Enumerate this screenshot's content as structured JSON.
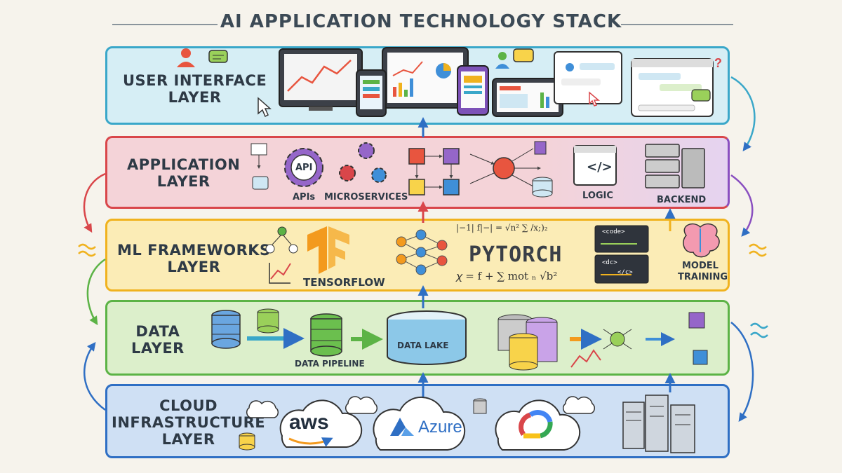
{
  "title": "AI APPLICATION TECHNOLOGY STACK",
  "colors": {
    "ui": "#3aa7c9",
    "ui_bg": "#d6eef5",
    "app": "#d9464a",
    "app_bg": "#f4d3d8",
    "app_edge": "#8a4fc0",
    "ml": "#f0b21e",
    "ml_bg": "#fbecb6",
    "data": "#5cb346",
    "data_bg": "#dcefcb",
    "cloud": "#2f6fc4",
    "cloud_bg": "#cfe0f4",
    "arrow": "#2f6fc4"
  },
  "layers": {
    "ui": {
      "line1": "USER INTERFACE",
      "line2": "LAYER"
    },
    "app": {
      "line1": "APPLICATION",
      "line2": "LAYER"
    },
    "ml": {
      "line1": "ML FRAMEWORKS",
      "line2": "LAYER"
    },
    "data": {
      "line1": "DATA",
      "line2": "LAYER"
    },
    "cloud": {
      "line1": "CLOUD",
      "line2": "INFRASTRUCTURE",
      "line3": "LAYER"
    }
  },
  "app_items": {
    "api_badge": "API",
    "apis": "APIs",
    "microservices": "MICROSERVICES",
    "logic": "LOGIC",
    "backend": "BACKEND",
    "code_symbol": "</>"
  },
  "ml_items": {
    "tensorflow": "TENSORFLOW",
    "pytorch": "PYTORCH",
    "formula_top": "|−1|   f|−| = √n²   ∑ /x;)₂",
    "formula_bottom": "𝜒 = f + ∑ mot ₙ √b²",
    "code_tag_1": "<code>",
    "code_tag_2": "<dc>",
    "code_end": "</c>",
    "model_training_1": "MODEL",
    "model_training_2": "TRAINING"
  },
  "data_items": {
    "data_lake": "DATA LAKE",
    "data_pipeline": "DATA PIPELINE"
  },
  "cloud_items": {
    "aws": "aws",
    "azure": "Azure"
  },
  "icons": [
    "user-icon",
    "chat-icon",
    "monitor-icon",
    "tablet-icon",
    "phone-icon",
    "cursor-icon",
    "gear-icon",
    "database-icon",
    "server-icon",
    "cloud-icon",
    "neural-network-icon",
    "brain-icon",
    "chip-icon",
    "code-window-icon"
  ]
}
